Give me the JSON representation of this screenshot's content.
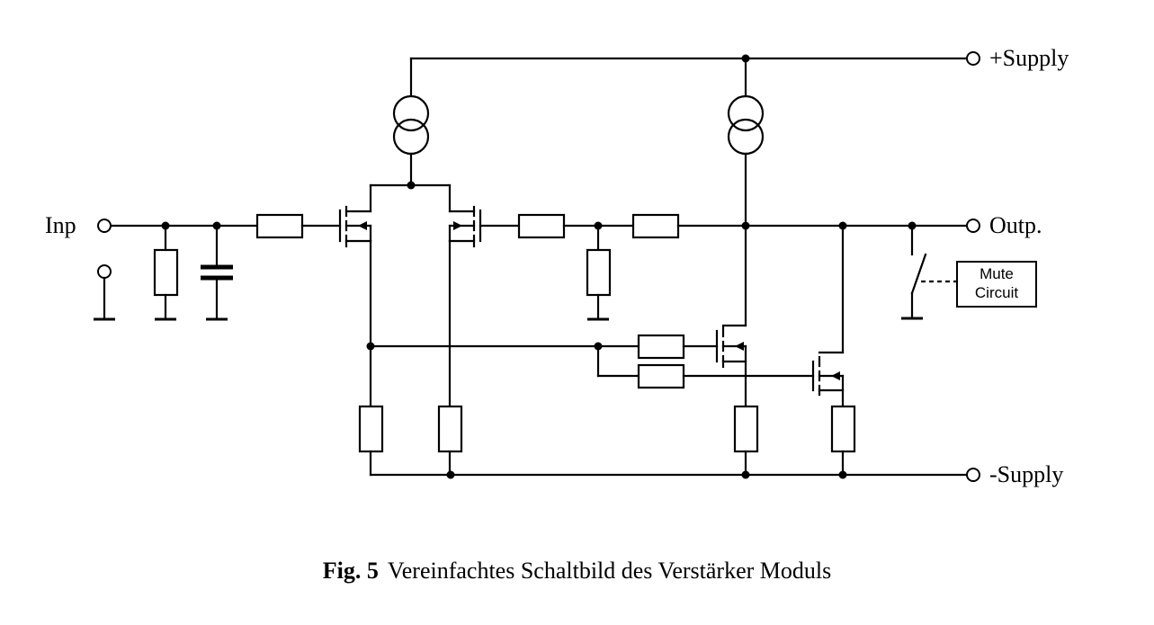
{
  "labels": {
    "input": "Inp",
    "output": "Outp.",
    "pos_supply": "+Supply",
    "neg_supply": "-Supply",
    "mute_line1": "Mute",
    "mute_line2": "Circuit"
  },
  "caption": {
    "number": "Fig. 5",
    "text": "Vereinfachtes Schaltbild des Verstärker Moduls"
  }
}
